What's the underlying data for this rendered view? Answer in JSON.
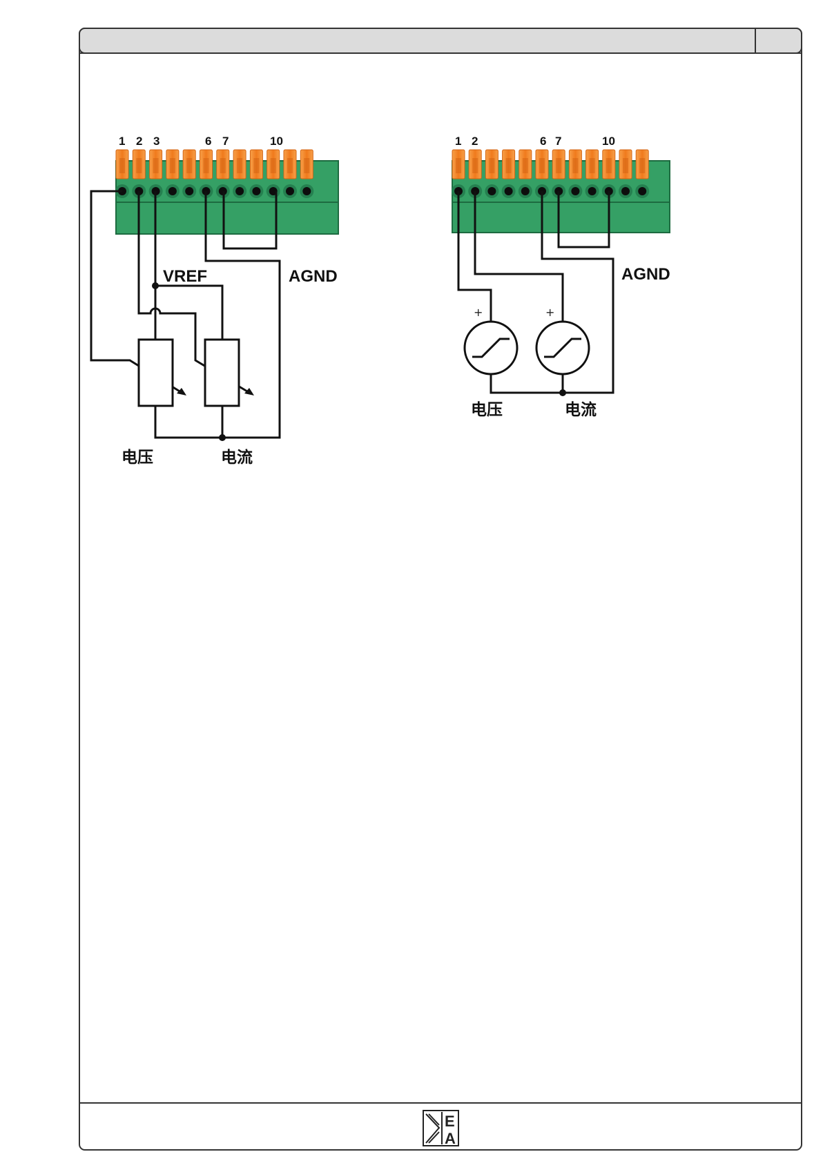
{
  "colors": {
    "terminal_body": "#35a065",
    "terminal_body_dark": "#258050",
    "lever": "#f58a2a",
    "lever_dark": "#d36414",
    "frame": "#333333",
    "header_bg": "#dcdcdc"
  },
  "diagram_left": {
    "pin_labels": [
      "1",
      "2",
      "3",
      "6",
      "7",
      "10"
    ],
    "signal_labels": {
      "vref": "VREF",
      "agnd": "AGND"
    },
    "component_labels": {
      "voltage": "电压",
      "current": "电流"
    }
  },
  "diagram_right": {
    "pin_labels": [
      "1",
      "2",
      "6",
      "7",
      "10"
    ],
    "signal_labels": {
      "agnd": "AGND"
    },
    "polarity_marks": [
      "+",
      "+"
    ],
    "component_labels": {
      "voltage": "电压",
      "current": "电流"
    }
  },
  "footer": {
    "logo_letters": [
      "E",
      "A"
    ]
  }
}
